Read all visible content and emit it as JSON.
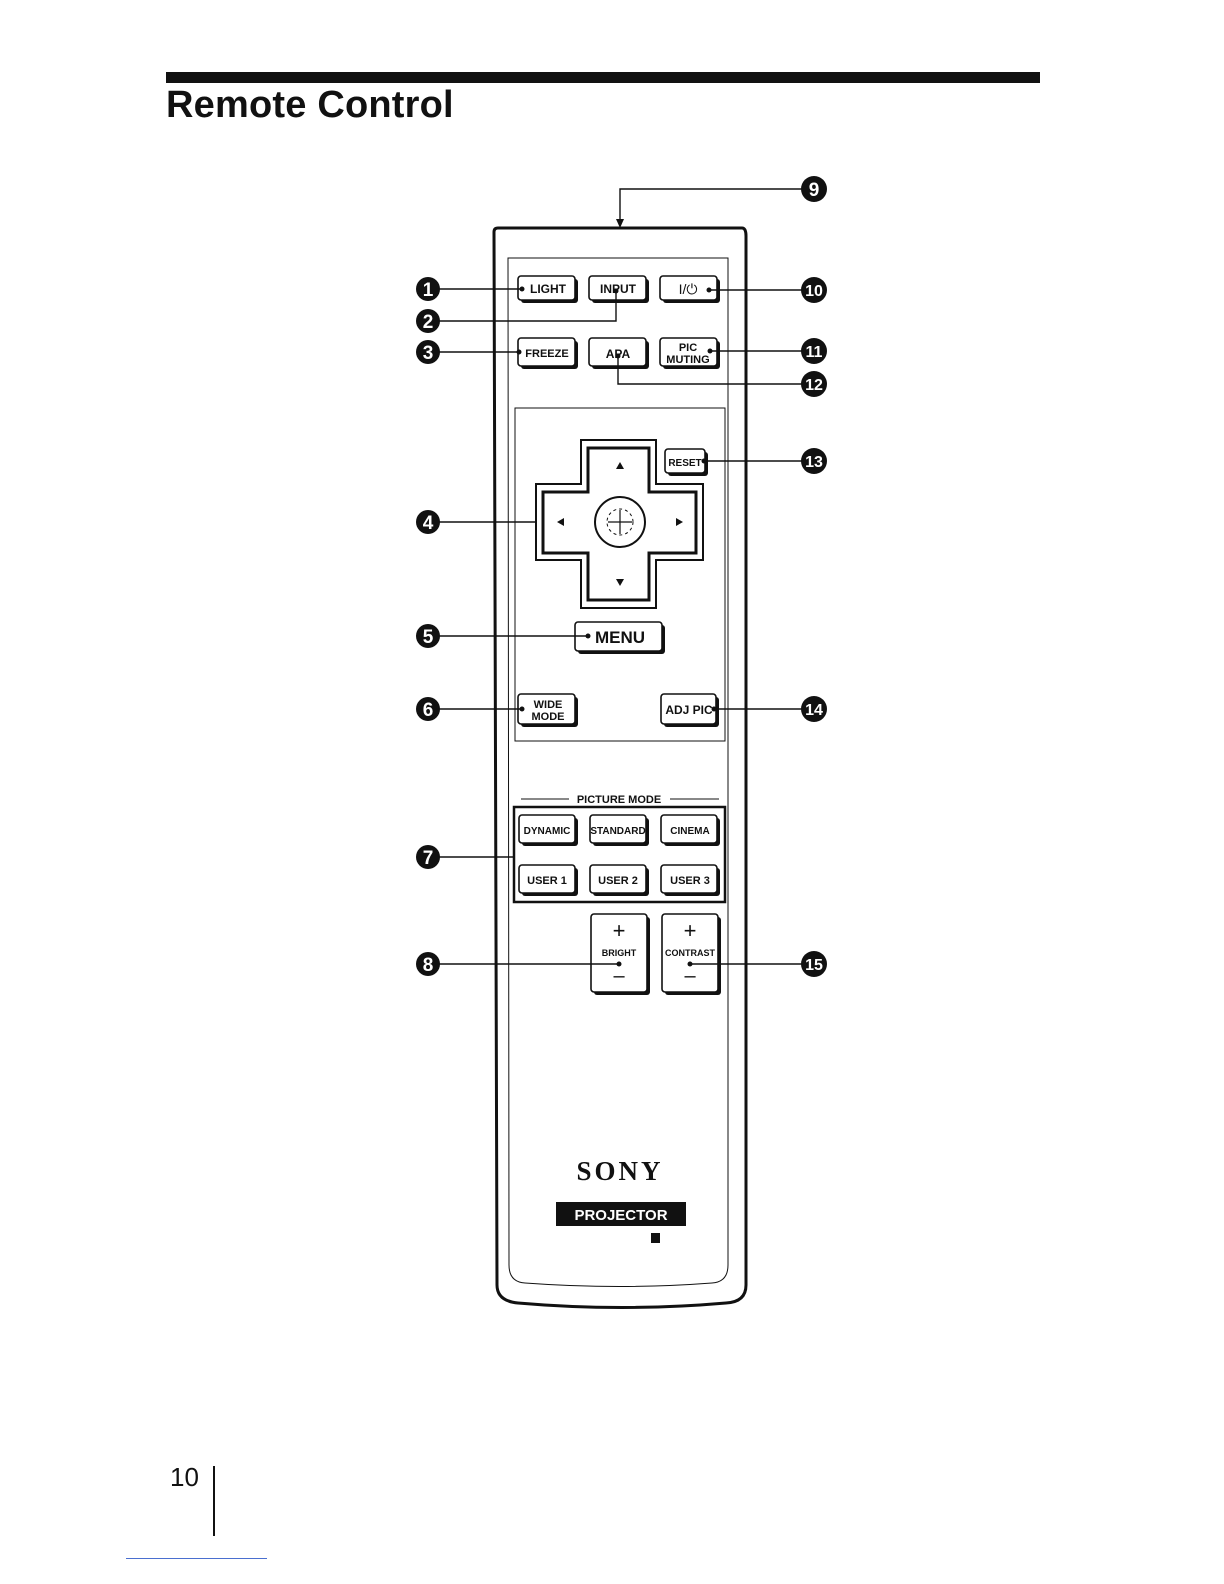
{
  "page": {
    "title": "Remote Control",
    "number": "10"
  },
  "remote": {
    "buttons": {
      "light": "LIGHT",
      "input": "INPUT",
      "power": "I/⏻",
      "freeze": "FREEZE",
      "apa": "APA",
      "pic_muting_line1": "PIC",
      "pic_muting_line2": "MUTING",
      "reset": "RESET",
      "menu": "MENU",
      "wide_mode_line1": "WIDE",
      "wide_mode_line2": "MODE",
      "adj_pic": "ADJ PIC",
      "dynamic": "DYNAMIC",
      "standard": "STANDARD",
      "cinema": "CINEMA",
      "user1": "USER 1",
      "user2": "USER 2",
      "user3": "USER 3",
      "bright": "BRIGHT",
      "contrast": "CONTRAST",
      "plus": "+",
      "minus": "–"
    },
    "picture_mode_label": "PICTURE MODE",
    "brand": "SONY",
    "product_badge": "PROJECTOR"
  },
  "callouts": [
    "1",
    "2",
    "3",
    "4",
    "5",
    "6",
    "7",
    "8",
    "9",
    "10",
    "11",
    "12",
    "13",
    "14",
    "15"
  ]
}
